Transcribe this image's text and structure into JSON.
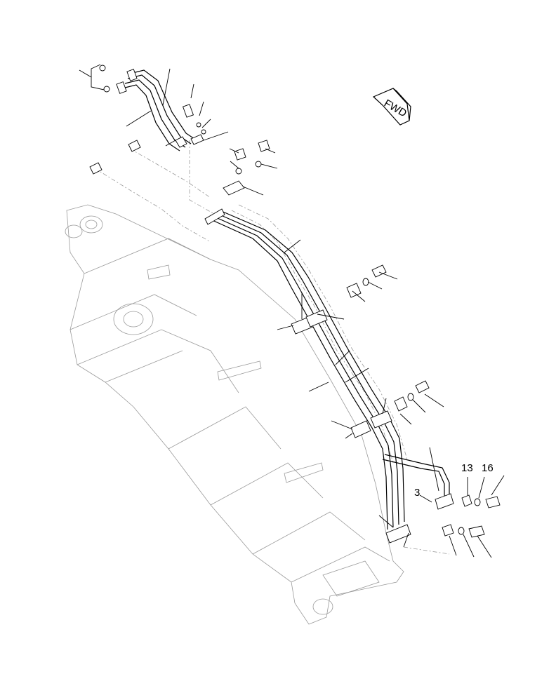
{
  "fwd_label": "FWD",
  "callouts": {
    "label_13": "13",
    "label_16": "16",
    "label_3": "3"
  }
}
